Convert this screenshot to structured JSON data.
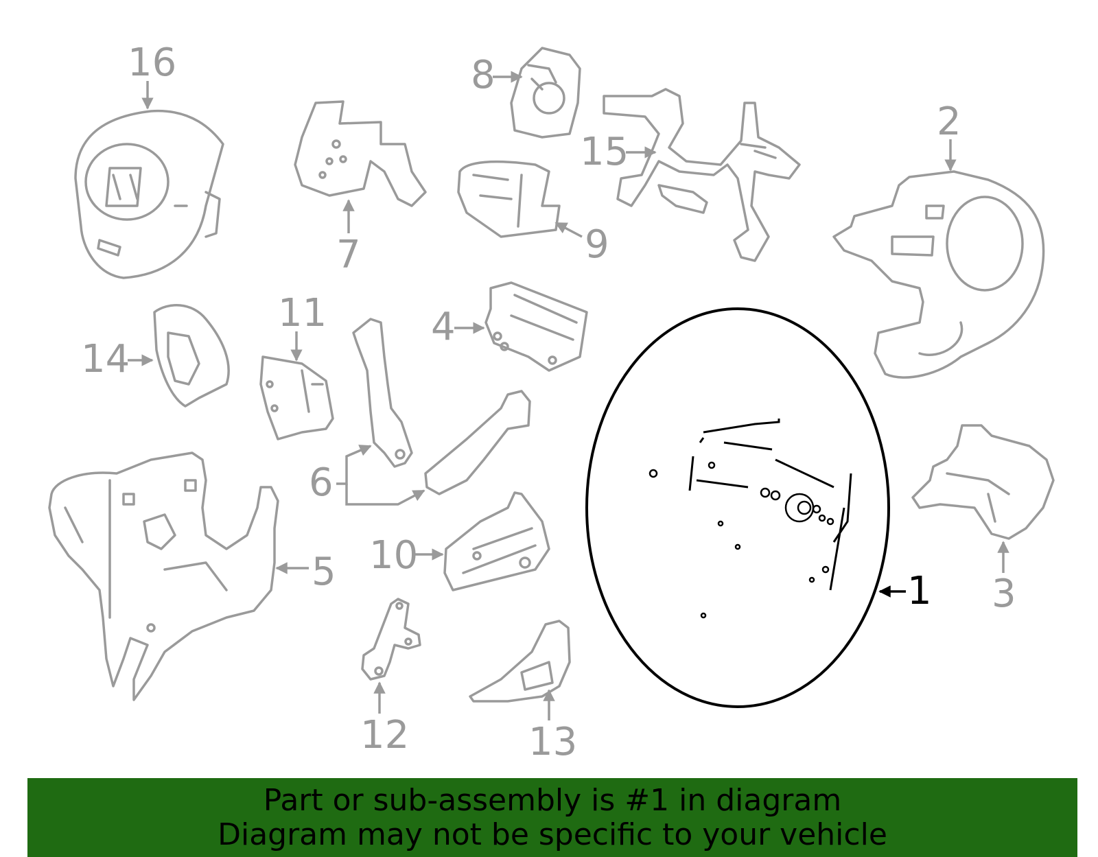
{
  "diagram": {
    "highlighted_part": "1",
    "callouts": [
      "16",
      "7",
      "8",
      "9",
      "15",
      "2",
      "14",
      "11",
      "4",
      "6",
      "5",
      "10",
      "12",
      "13",
      "3",
      "1"
    ],
    "colors": {
      "part_stroke": "#9a9a9a",
      "highlight": "#000000",
      "banner_bg": "#1f6b12"
    }
  },
  "banner": {
    "line1": "Part or sub-assembly is #1 in diagram",
    "line2": "Diagram may not be specific to your vehicle"
  }
}
